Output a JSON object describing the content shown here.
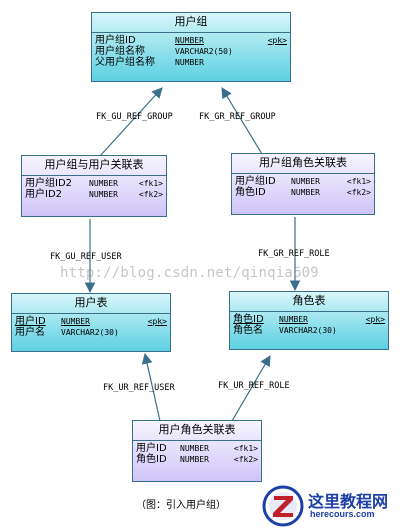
{
  "entities": {
    "user_group": {
      "title": "用户组",
      "columns": [
        {
          "name": "用户组ID",
          "type": "NUMBER",
          "key": "<pk>"
        },
        {
          "name": "用户组名称",
          "type": "VARCHAR2(50)",
          "key": ""
        },
        {
          "name": "父用户组名称",
          "type": "NUMBER",
          "key": ""
        }
      ]
    },
    "group_user": {
      "title": "用户组与用户关联表",
      "columns": [
        {
          "name": "用户组ID2",
          "type": "NUMBER",
          "key": "<fk1>"
        },
        {
          "name": "用户ID2",
          "type": "NUMBER",
          "key": "<fk2>"
        }
      ]
    },
    "group_role": {
      "title": "用户组角色关联表",
      "columns": [
        {
          "name": "用户组ID",
          "type": "NUMBER",
          "key": "<fk1>"
        },
        {
          "name": "角色ID",
          "type": "NUMBER",
          "key": "<fk2>"
        }
      ]
    },
    "user": {
      "title": "用户表",
      "columns": [
        {
          "name": "用户ID",
          "type": "NUMBER",
          "key": "<pk>"
        },
        {
          "name": "用户名",
          "type": "VARCHAR2(30)",
          "key": ""
        }
      ]
    },
    "role": {
      "title": "角色表",
      "columns": [
        {
          "name": "角色ID",
          "type": "NUMBER",
          "key": "<pk>"
        },
        {
          "name": "角色名",
          "type": "VARCHAR2(30)",
          "key": ""
        }
      ]
    },
    "user_role": {
      "title": "用户角色关联表",
      "columns": [
        {
          "name": "用户ID",
          "type": "NUMBER",
          "key": "<fk1>"
        },
        {
          "name": "角色ID",
          "type": "NUMBER",
          "key": "<fk2>"
        }
      ]
    }
  },
  "links": {
    "fk_gu_ref_group": "FK_GU_REF_GROUP",
    "fk_gr_ref_group": "FK_GR_REF_GROUP",
    "fk_gu_ref_user": "FK_GU_REF_USER",
    "fk_gr_ref_role": "FK_GR_REF_ROLE",
    "fk_ur_ref_user": "FK_UR_REF_USER",
    "fk_ur_ref_role": "FK_UR_REF_ROLE"
  },
  "watermark": "http://blog.csdn.net/qinqia609",
  "caption": "（图：引入用户组）",
  "logo": {
    "name_cn": "这里教程网",
    "domain": "herecours.com"
  },
  "colors": {
    "entity_border": "#3a6f8c",
    "cyan_fill": "#7fdbe9",
    "lavender_fill": "#dcd4fb",
    "logo_blue": "#1d3fa8"
  }
}
